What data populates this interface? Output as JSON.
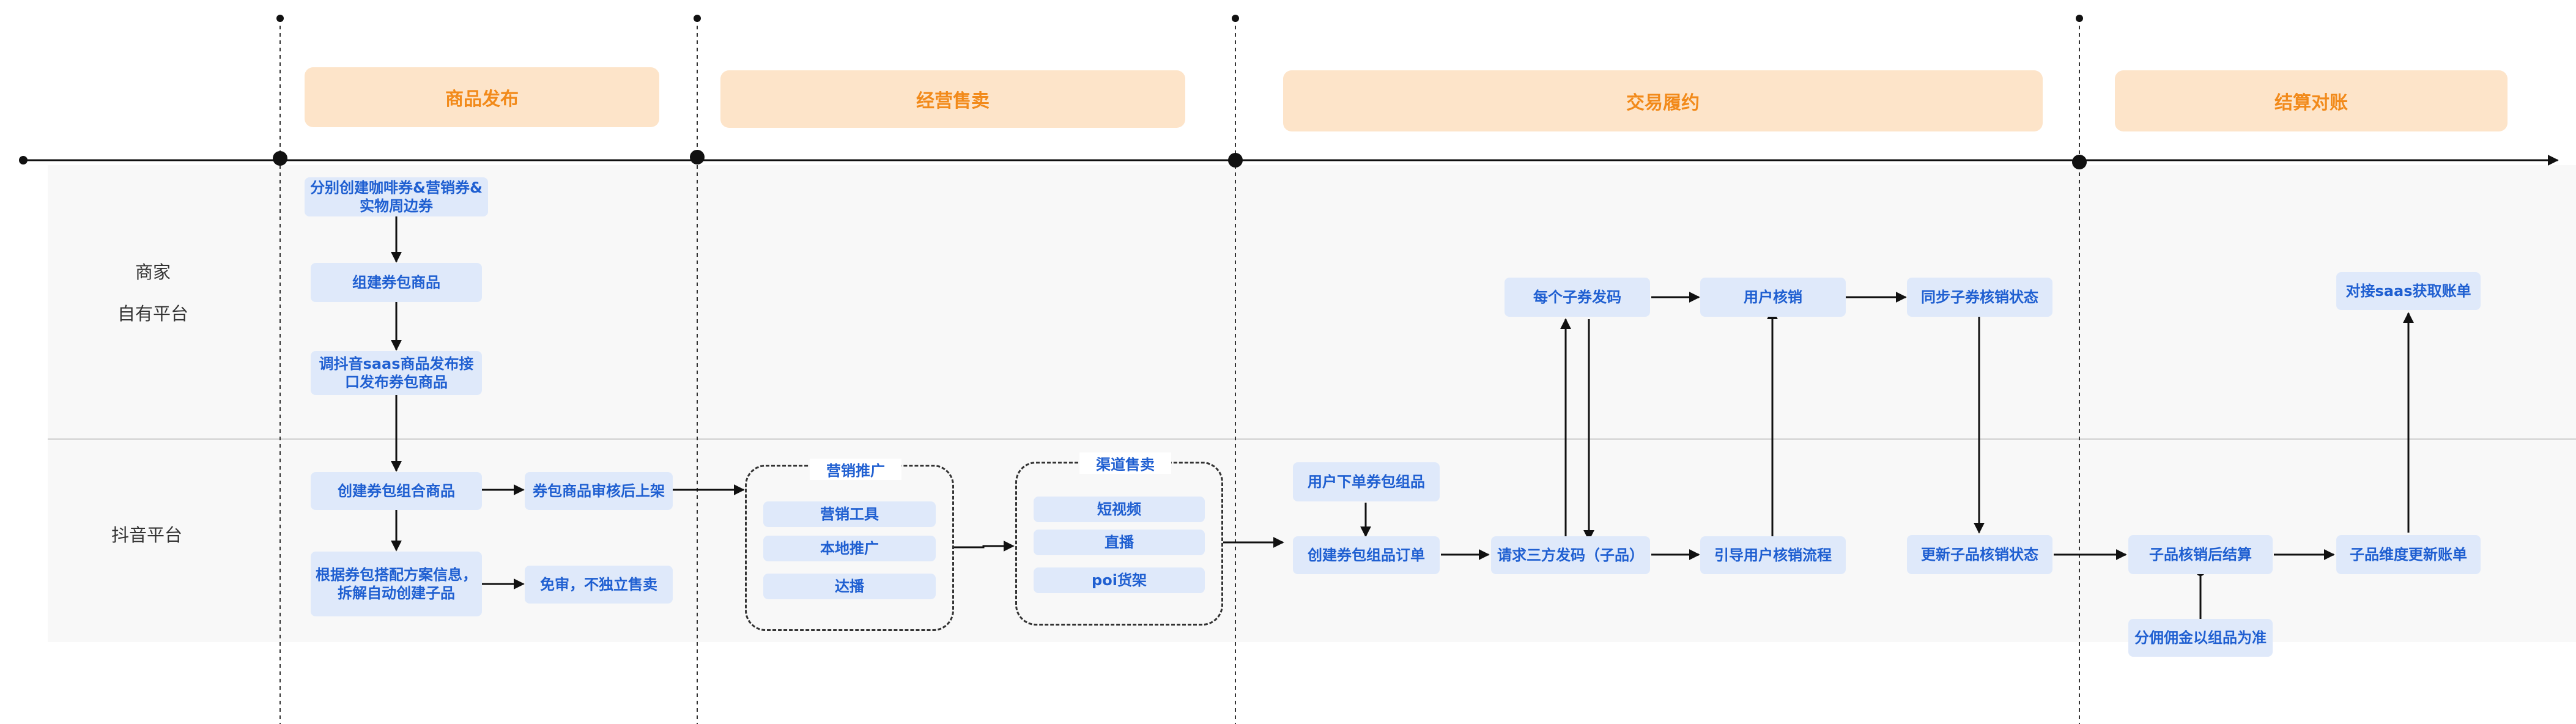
{
  "colors": {
    "phase_fill": "#fde4c9",
    "phase_text": "#f28a1a",
    "node_fill": "#dfe9fa",
    "node_text": "#1f5fd1",
    "line": "#111111",
    "band": "#f8f8f8"
  },
  "rows": {
    "merchant_line1": "商家",
    "merchant_line2": "自有平台",
    "douyin": "抖音平台"
  },
  "phases": {
    "publish": "商品发布",
    "operate": "经营售卖",
    "fulfill": "交易履约",
    "settle": "结算对账"
  },
  "nodes": {
    "create_coupons": "分别创建咖啡券&营销券&实物周边券",
    "build_bundle": "组建券包商品",
    "call_api": "调抖音saas商品发布接口发布券包商品",
    "create_combo": "创建券包组合商品",
    "review": "券包商品审核后上架",
    "split_children": "根据券包搭配方案信息，拆解自动创建子品",
    "no_review": "免审，不独立售卖",
    "marketing_tool": "营销工具",
    "local_promo": "本地推广",
    "influencer": "达播",
    "short_video": "短视频",
    "live": "直播",
    "poi": "poi货架",
    "user_order": "用户下单券包组品",
    "create_order": "创建券包组品订单",
    "third_party_issue": "请求三方发码（子品）",
    "child_issue": "每个子券发码",
    "guide_redeem": "引导用户核销流程",
    "user_redeem": "用户核销",
    "sync_status": "同步子券核销状态",
    "update_status": "更新子品核销状态",
    "child_settle": "子品核销后结算",
    "commission": "分佣佣金以组品为准",
    "update_bill": "子品维度更新账单",
    "saas_bill": "对接saas获取账单"
  },
  "groups": {
    "marketing": "营销推广",
    "channel": "渠道售卖"
  }
}
